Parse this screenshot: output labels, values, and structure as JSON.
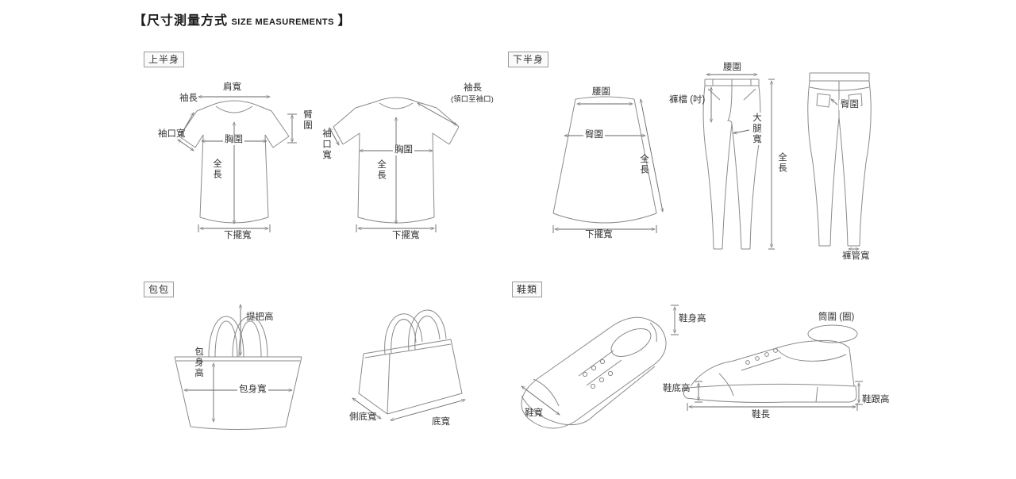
{
  "title": {
    "zh": "【尺寸測量方式",
    "en": "SIZE MEASUREMENTS",
    "close": "】"
  },
  "sections": {
    "upper_body": {
      "header": "上半身"
    },
    "lower_body": {
      "header": "下半身"
    },
    "bags": {
      "header": "包包"
    },
    "shoes": {
      "header": "鞋類"
    }
  },
  "labels": {
    "shirt1": {
      "shoulder_width": "肩寬",
      "sleeve_length": "袖長",
      "arm_circumference": "臂圍",
      "cuff_width": "袖口寬",
      "chest": "胸圍",
      "total_length": "全長",
      "hem_width": "下擺寬"
    },
    "shirt2": {
      "sleeve_length": "袖長",
      "sleeve_note": "(領口至袖口)",
      "cuff_width": "袖口寬",
      "chest": "胸圍",
      "total_length": "全長",
      "hem_width": "下擺寬"
    },
    "skirt": {
      "waist": "腰圍",
      "hip": "臀圍",
      "total_length": "全長",
      "hem_width": "下擺寬"
    },
    "pants_front": {
      "waist": "腰圍",
      "rise": "褲檔 (吋)",
      "thigh_width": "大腿寬",
      "total_length": "全長"
    },
    "pants_back": {
      "hip": "臀圍",
      "leg_opening_width": "褲管寬"
    },
    "bag1": {
      "handle_height": "提把高",
      "body_height": "包身高",
      "body_width": "包身寬"
    },
    "bag2": {
      "side_bottom_width": "側底寬",
      "bottom_width": "底寬"
    },
    "shoe1": {
      "body_height": "鞋身高",
      "width": "鞋寬"
    },
    "shoe2": {
      "shaft_circumference": "筒圍 (圈)",
      "sole_height": "鞋底高",
      "heel_height": "鞋跟高",
      "length": "鞋長"
    }
  },
  "colors": {
    "line": "#8a8a8a",
    "text": "#333333"
  }
}
